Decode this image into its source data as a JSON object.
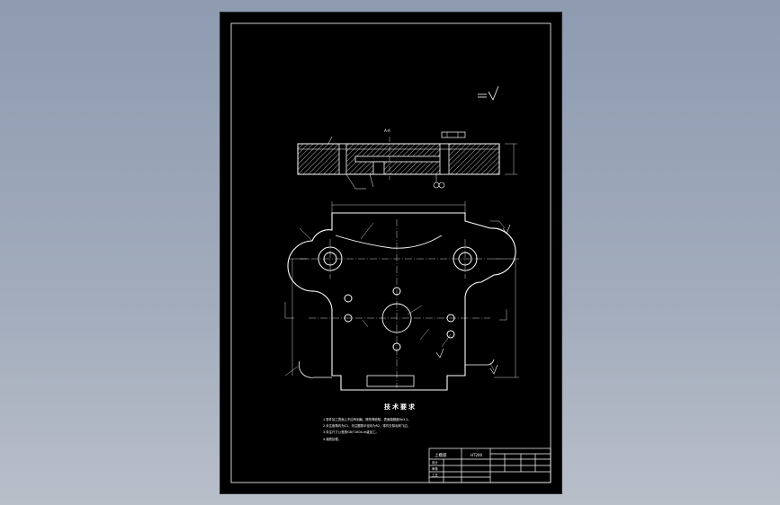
{
  "drawing": {
    "section_label": "A-A",
    "tech_title": "技术要求",
    "tech_notes": [
      "1.零件加工表面上不应有划痕、擦伤等缺陷，表面粗糙度Ra3.2。",
      "2.未注倒角均为C1，未注圆角半径均为R2；零件去除毛刺飞边。",
      "3.未注尺寸公差按GB/T1804-m级加工。",
      "4.调质处理。"
    ],
    "title_block": {
      "part_name": "上模座",
      "material": "HT200",
      "rows": [
        "设计",
        "审核",
        "工艺"
      ]
    },
    "colors": {
      "line": "#ffffff",
      "sheet": "#000000",
      "hatch": "#ffffff"
    }
  }
}
